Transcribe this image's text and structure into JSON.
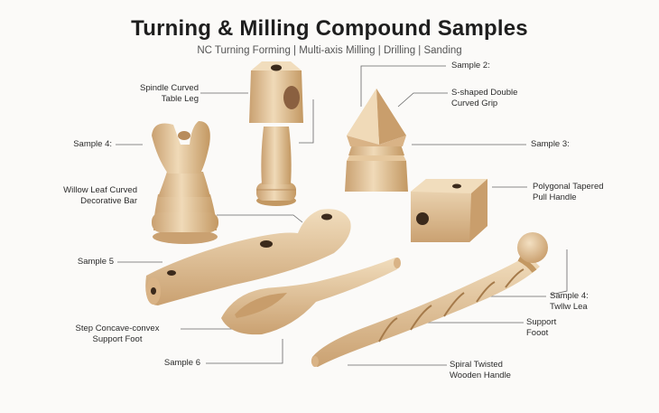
{
  "header": {
    "title": "Turning & Milling Compound Samples",
    "subtitle": "NC Turning Forming | Multi-axis Milling | Drilling | Sanding"
  },
  "labels": {
    "spindle_leg_1": "Spindle Curved",
    "spindle_leg_2": "Table Leg",
    "sample2": "Sample 2:",
    "s_grip_1": "S-shaped Double",
    "s_grip_2": "Curved Grip",
    "sample4_left": "Sample 4:",
    "sample3": "Sample 3:",
    "willow_1": "Willow Leaf Curved",
    "willow_2": "Decorative Bar",
    "poly_1": "Polygonal Tapered",
    "poly_2": "Pull Handle",
    "sample5": "Sample 5",
    "sample4_right_1": "Sample 4:",
    "sample4_right_2": "Twllw Lea",
    "support_1": "Support",
    "support_2": "Fooot",
    "step_1": "Step Concave-convex",
    "step_2": "Support Foot",
    "sample6": "Sample 6",
    "spiral_1": "Spiral Twisted",
    "spiral_2": "Wooden Handle"
  },
  "colors": {
    "background": "#fbfaf8",
    "wood_light": "#e9cfa9",
    "wood_mid": "#d9b386",
    "wood_dark": "#b88c5c",
    "hole": "#3b2a1c",
    "leader": "#555555"
  }
}
